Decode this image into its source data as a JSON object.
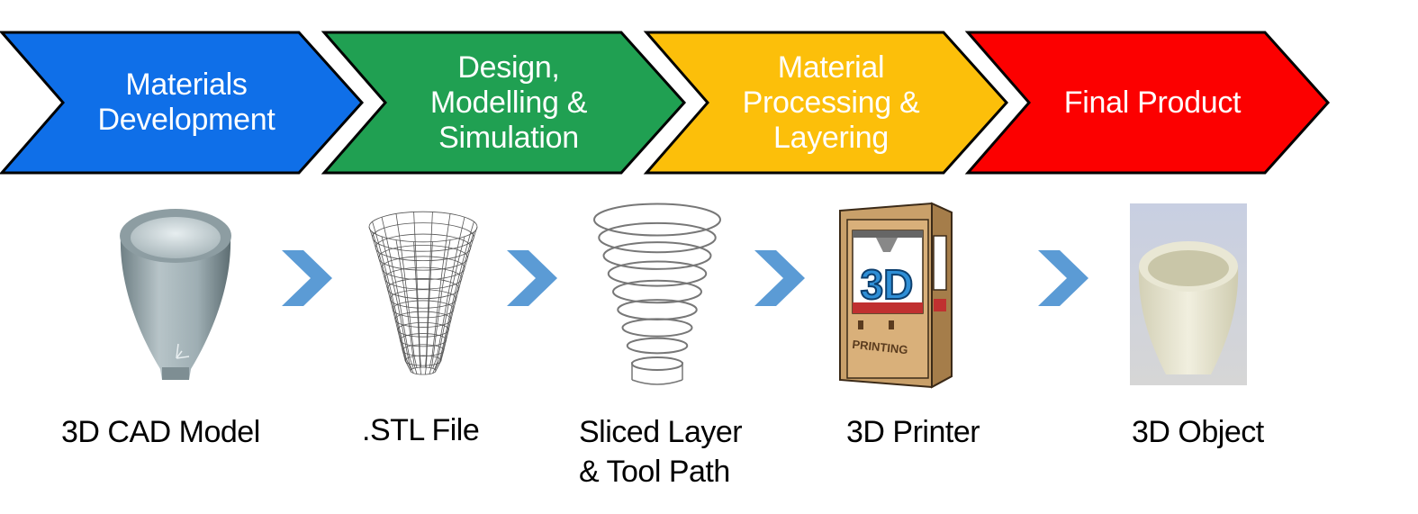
{
  "process_steps": [
    {
      "label": "Materials\nDevelopment",
      "color": "#0f6fe8"
    },
    {
      "label": "Design,\nModelling &\nSimulation",
      "color": "#20a052"
    },
    {
      "label": "Material\nProcessing &\nLayering",
      "color": "#fcbf0a"
    },
    {
      "label": "Final Product",
      "color": "#fc0000"
    }
  ],
  "stages": [
    {
      "caption": "3D CAD Model",
      "icon": "cad-model-vase-icon"
    },
    {
      "caption": ".STL File",
      "icon": "stl-wireframe-icon"
    },
    {
      "caption": "Sliced Layer\n& Tool Path",
      "icon": "sliced-layers-icon"
    },
    {
      "caption": "3D Printer",
      "icon": "3d-printer-icon"
    },
    {
      "caption": "3D Object",
      "icon": "printed-object-icon"
    }
  ],
  "printer": {
    "logo_text": "3D",
    "panel_text": "PRINTING"
  },
  "arrow_color": "#5b9bd5"
}
